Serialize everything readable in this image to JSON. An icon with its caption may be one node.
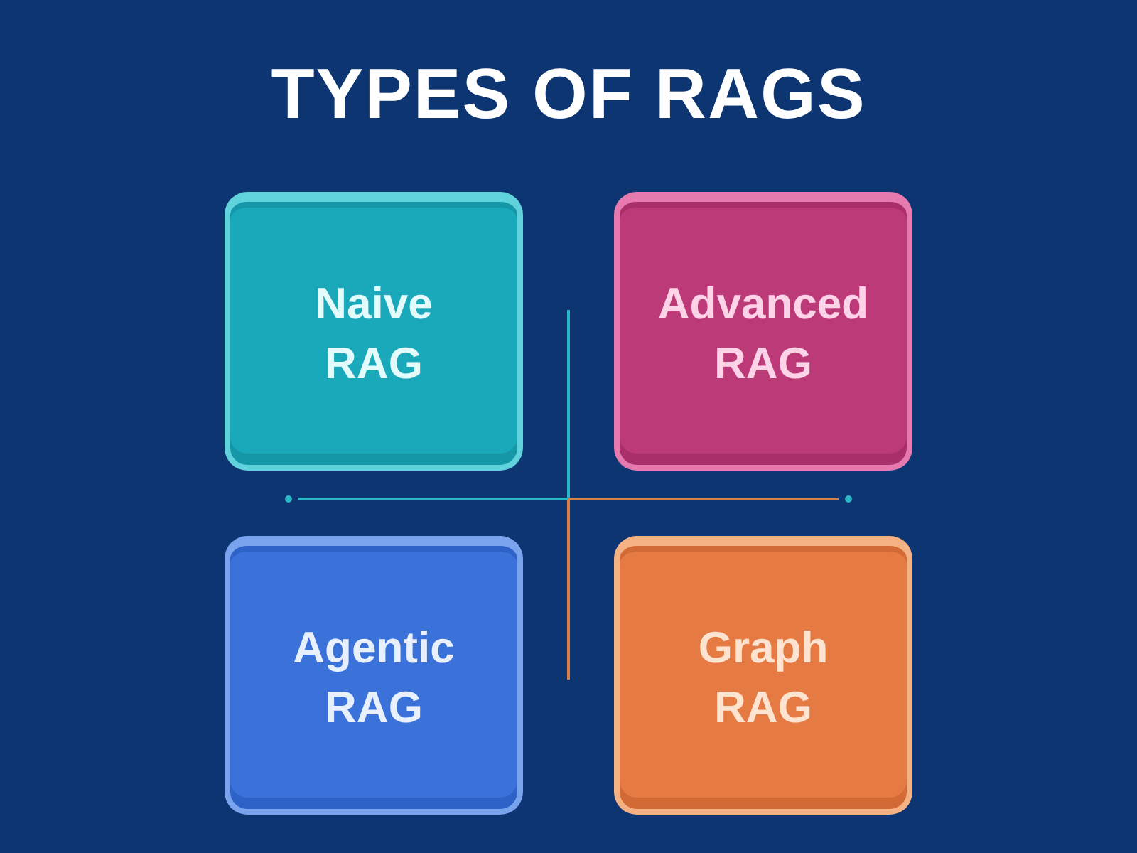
{
  "diagram": {
    "title": "TYPES OF RAGS",
    "nodes": [
      {
        "text": [
          "Naive RAG"
        ]
      },
      {
        "text": [
          "Advanced RAG"
        ]
      },
      {
        "text": [
          "Agentic RAG"
        ]
      },
      {
        "text": [
          "Graph RAG"
        ]
      }
    ]
  }
}
